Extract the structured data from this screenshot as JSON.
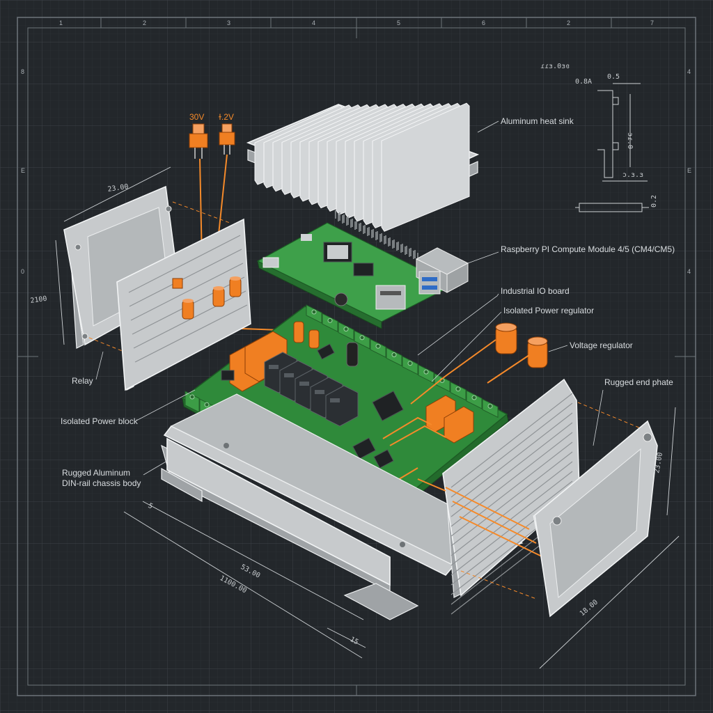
{
  "ruler": {
    "top": [
      "1",
      "2",
      "3",
      "4",
      "5",
      "6",
      "2",
      "7"
    ],
    "left": [
      "8",
      "E",
      "0"
    ],
    "right": [
      "4",
      "E",
      "4"
    ]
  },
  "labels": {
    "heat_sink": "Aluminum heat sink",
    "compute_module": "Raspberry PI Compute Module 4/5 (CM4/CM5)",
    "io_board": "Industrial IO board",
    "power_regulator": "Isolated Power regulator",
    "voltage_regulator": "Voltage regulator",
    "end_plate": "Rugged end phate",
    "relay": "Relay",
    "power_block": "Isolated Power block",
    "chassis_line1": "Rugged Aluminum",
    "chassis_line2": "DIN-rail chassis body"
  },
  "component_values": {
    "regulator_left": "30V",
    "regulator_right": "ɫ.2V"
  },
  "dimensions": {
    "left_plate_width": "23.00",
    "left_plate_height": "2100",
    "right_plate_height": "23.00",
    "right_plate_width": "18.00",
    "chassis_length": "53.00",
    "chassis_overall": "1100.00",
    "chassis_foot": "15",
    "chassis_small": "5"
  },
  "detail_view": {
    "title": "ɾɾɜ.0ɜɞ",
    "ref": "0.8A",
    "top_dim": "0.5",
    "side_dim": "ɜɾ.0",
    "bottom_dim": "ɔ.ɜ.ɜ",
    "rail_dim": "0.2"
  },
  "colors": {
    "background": "#23272b",
    "grid": "#3a3f44",
    "aluminum": "#c7cacc",
    "pcb": "#2f8a3a",
    "accent": "#f58a2a"
  }
}
